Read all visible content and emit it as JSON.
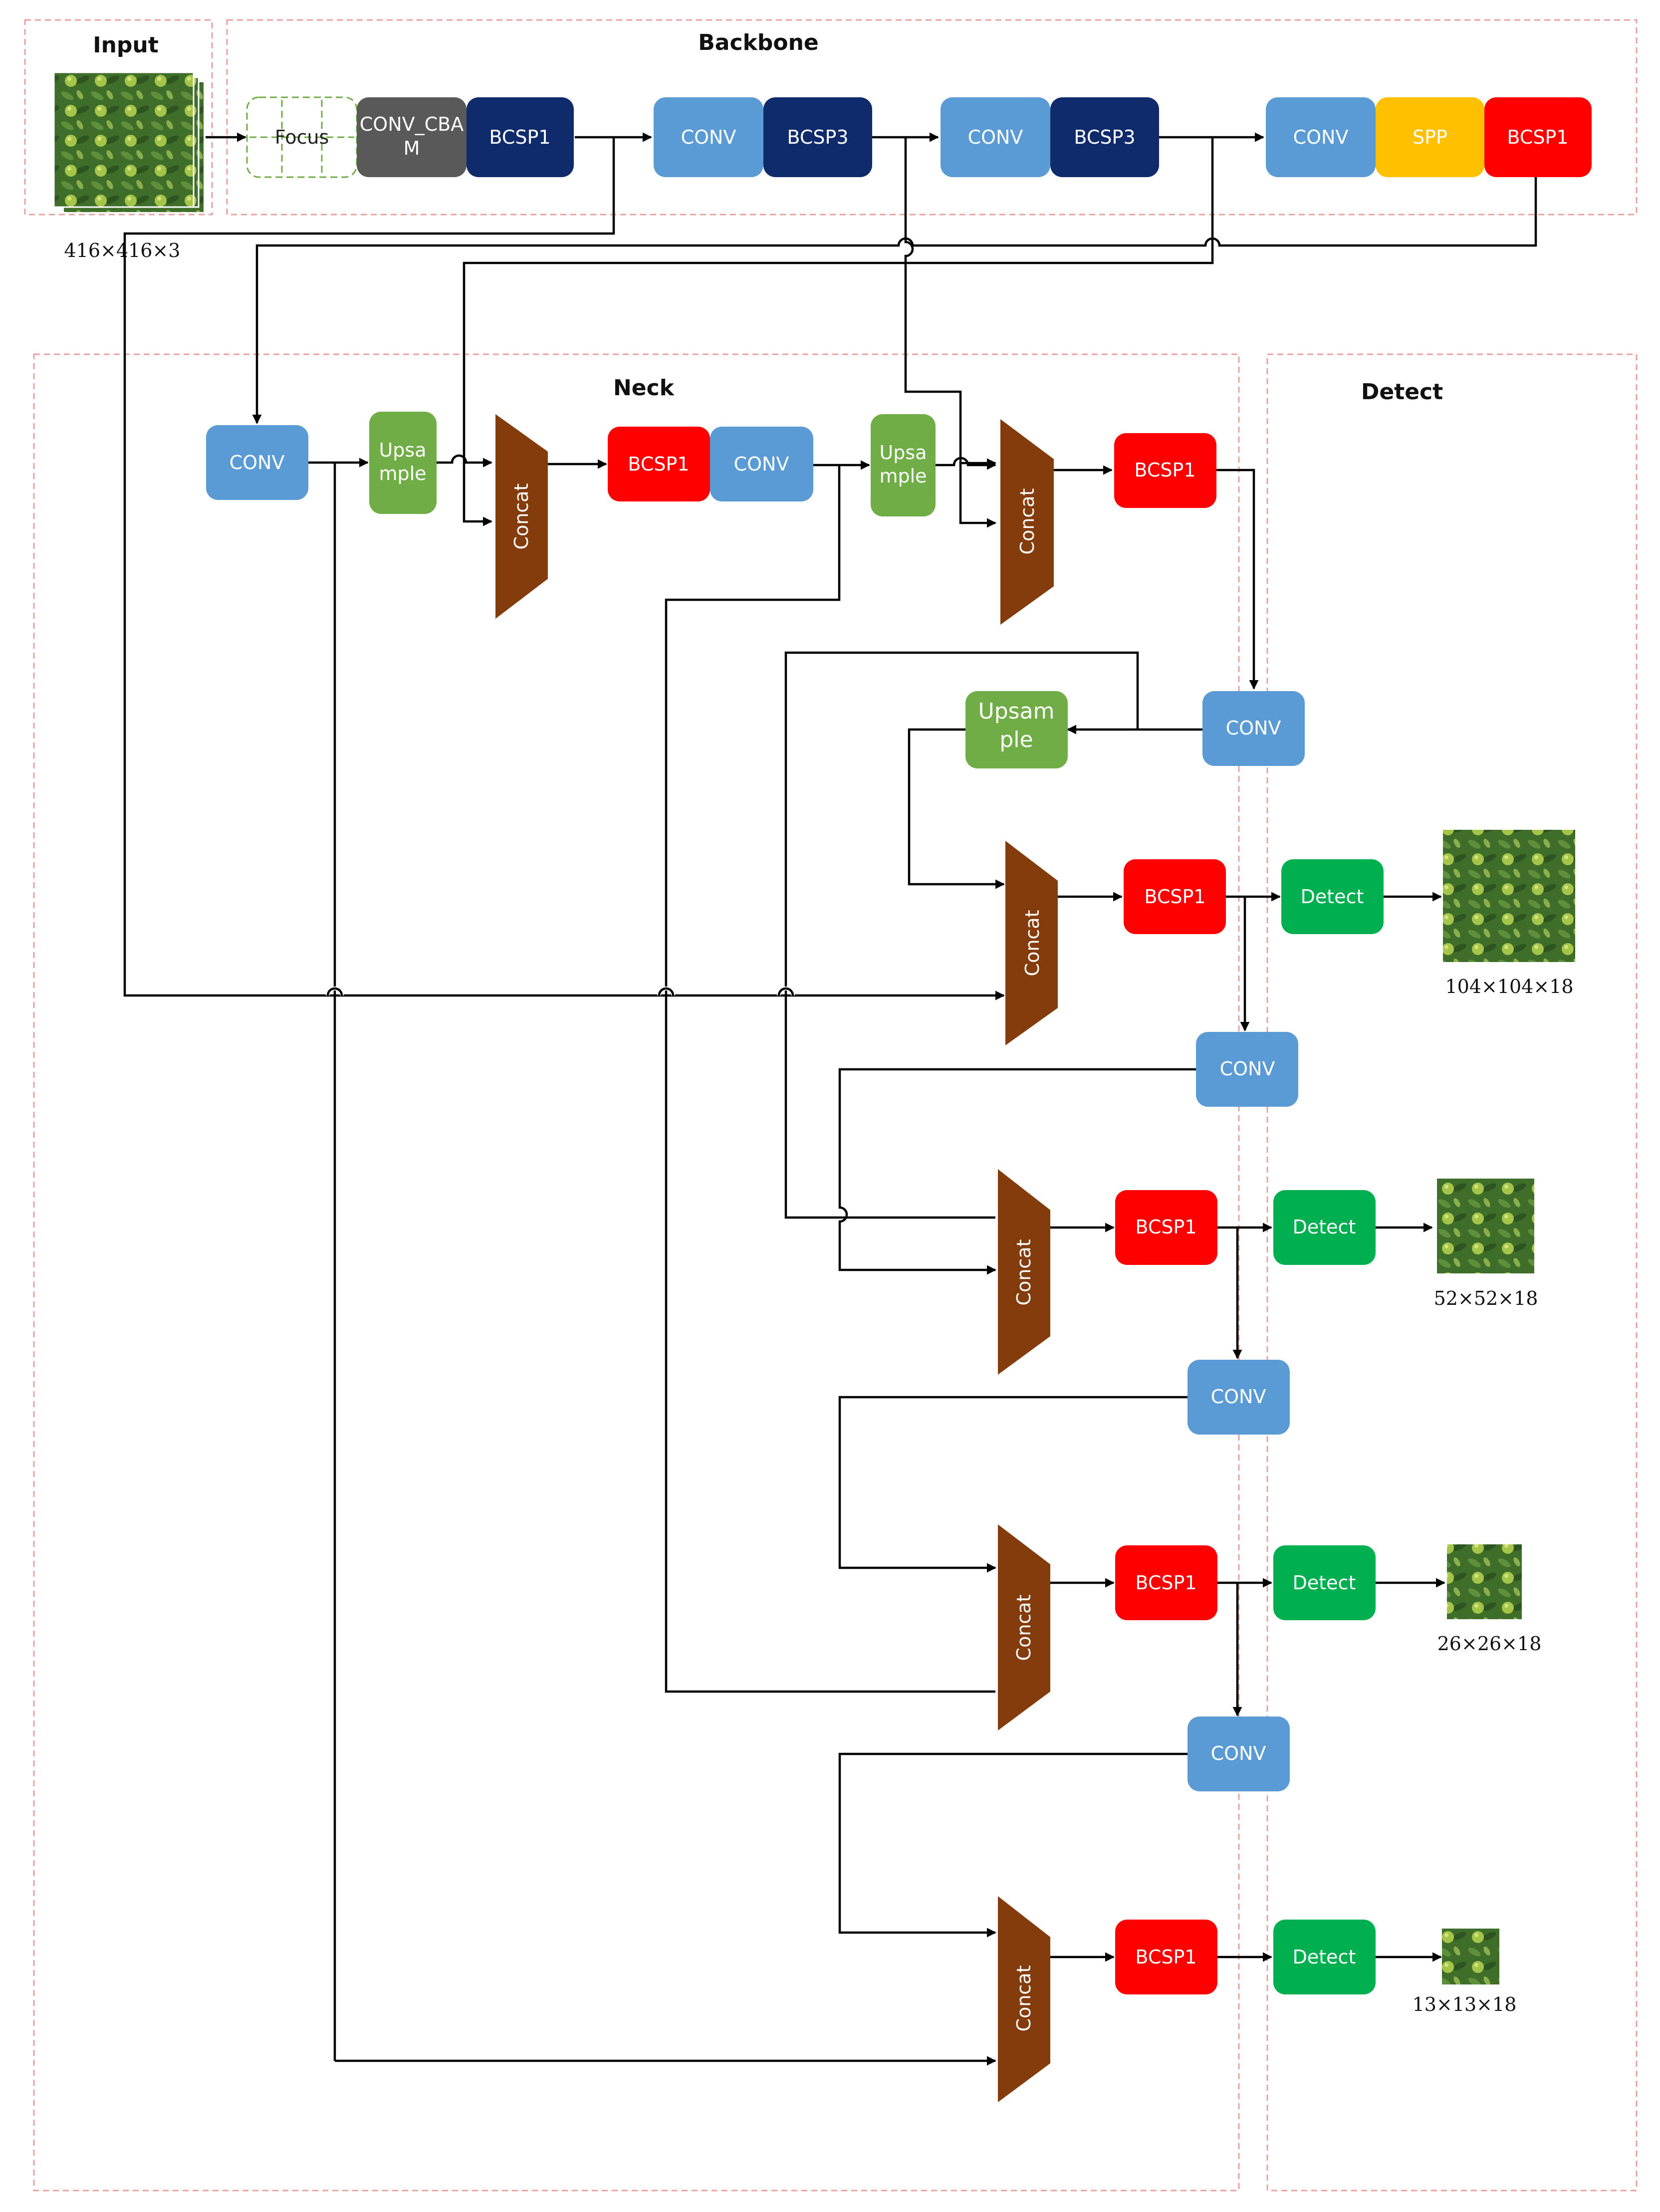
{
  "sections": {
    "input": "Input",
    "backbone": "Backbone",
    "neck": "Neck",
    "detect": "Detect"
  },
  "input_size": "416×416×3",
  "backbone": {
    "focus": "Focus",
    "conv_cbam_line1": "CONV_CBA",
    "conv_cbam_line2": "M",
    "bcsp1_a": "BCSP1",
    "conv_a": "CONV",
    "bcsp3_a": "BCSP3",
    "conv_b": "CONV",
    "bcsp3_b": "BCSP3",
    "conv_c": "CONV",
    "spp": "SPP",
    "bcsp1_b": "BCSP1"
  },
  "neck": {
    "conv_1": "CONV",
    "upsample_1_line1": "Upsa",
    "upsample_1_line2": "mple",
    "concat_1": "Concat",
    "bcsp1_1": "BCSP1",
    "conv_2": "CONV",
    "upsample_2_line1": "Upsa",
    "upsample_2_line2": "mple",
    "concat_2": "Concat",
    "bcsp1_2": "BCSP1",
    "conv_3": "CONV",
    "upsample_3_line1": "Upsam",
    "upsample_3_line2": "ple",
    "concat_3": "Concat",
    "bcsp1_3": "BCSP1",
    "conv_4": "CONV",
    "concat_4": "Concat",
    "bcsp1_4": "BCSP1",
    "conv_5": "CONV",
    "concat_5": "Concat",
    "bcsp1_5": "BCSP1",
    "conv_6": "CONV",
    "concat_6": "Concat",
    "bcsp1_6": "BCSP1"
  },
  "detect": {
    "head_1": "Detect",
    "head_2": "Detect",
    "head_3": "Detect",
    "head_4": "Detect",
    "size_1": "104×104×18",
    "size_2": "52×52×18",
    "size_3": "26×26×18",
    "size_4": "13×13×18"
  },
  "colors": {
    "conv": "#5b9bd5",
    "bcsp_backbone": "#0f2b6b",
    "bcsp_neck": "#ff0000",
    "conv_cbam": "#595959",
    "spp": "#ffc000",
    "upsample": "#70ad47",
    "concat": "#843c0c",
    "detect": "#00b050",
    "section_border": "#e8a0a0"
  },
  "images": {
    "input_photo": "orange-tree-photo",
    "output_photo": "orange-tree-photo"
  }
}
